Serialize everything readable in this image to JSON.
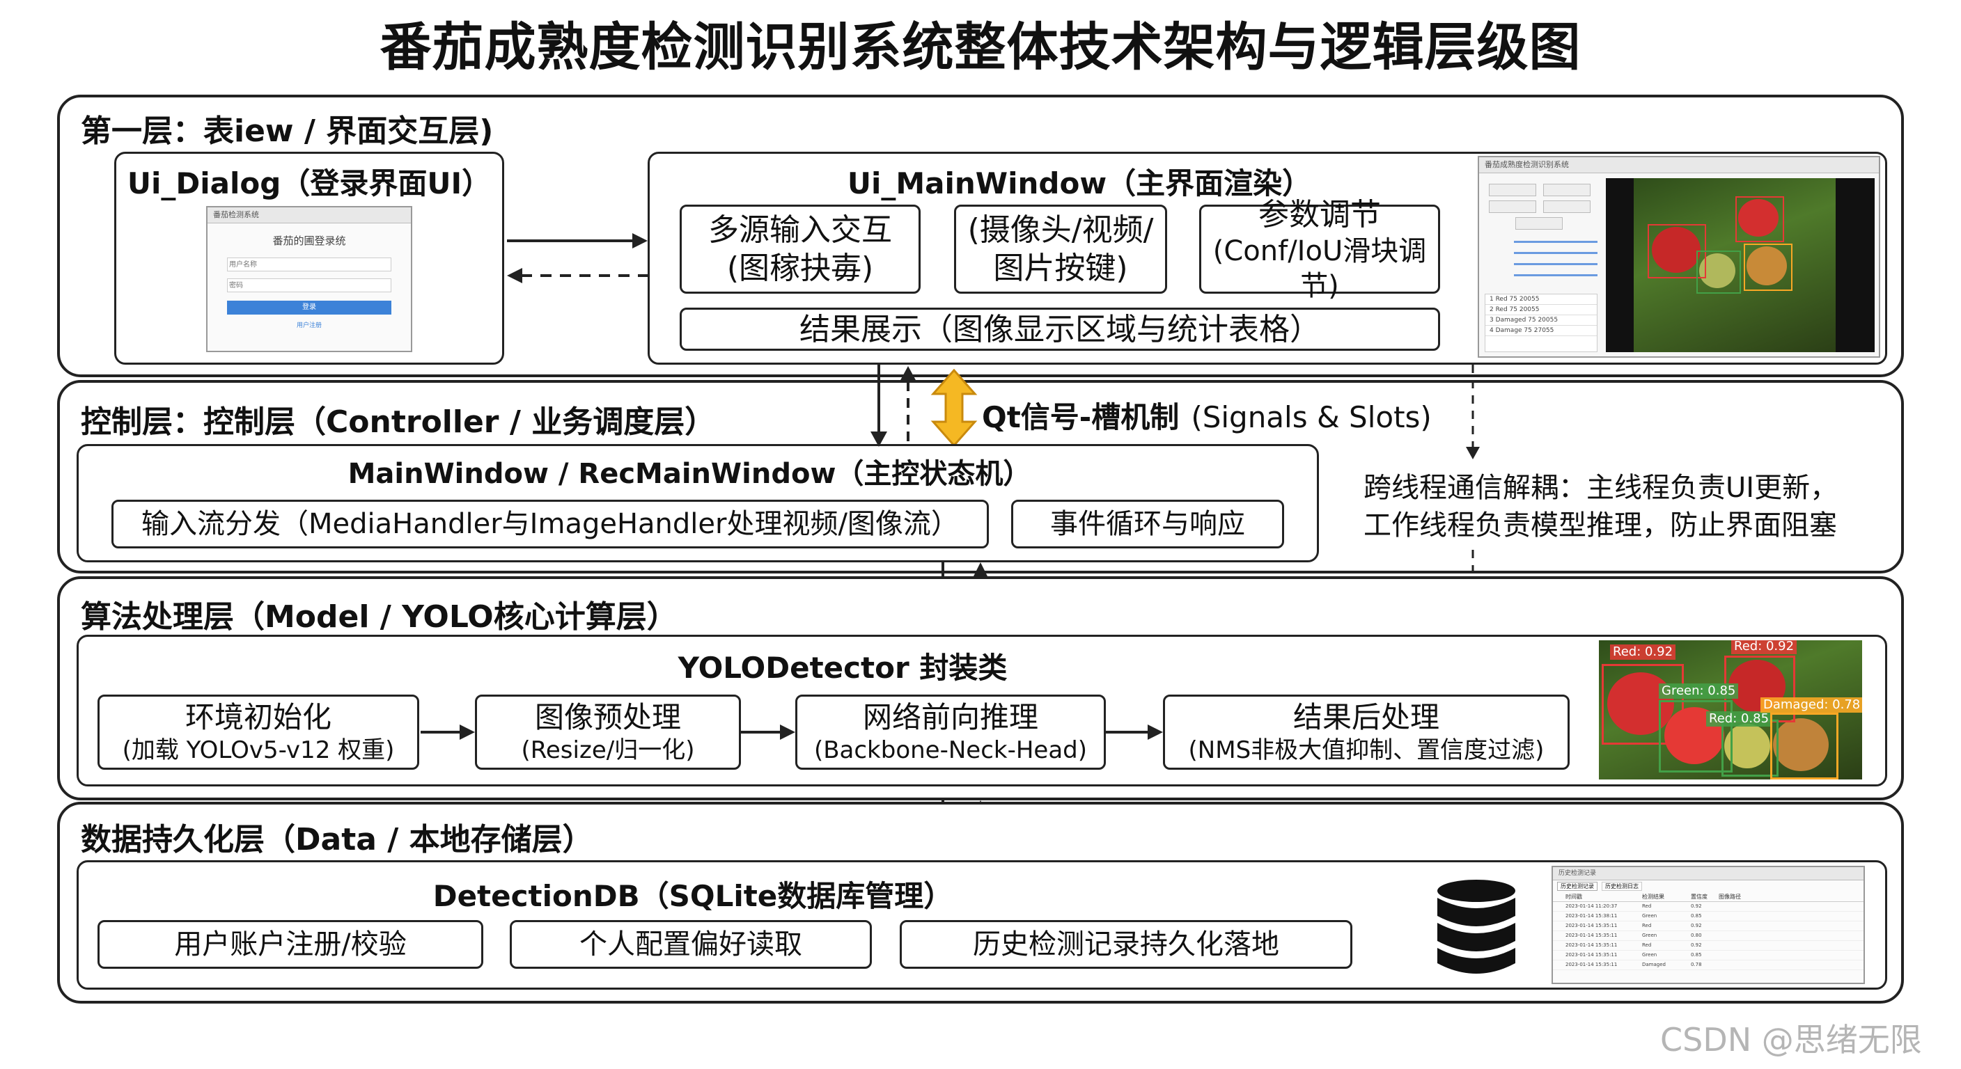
{
  "title": "番茄成熟度检测识别系统整体技术架构与逻辑层级图",
  "layers": {
    "view": {
      "heading": "第一层：表iew / 界面交互层)",
      "dialog_title": "Ui_Dialog（登录界面UI）",
      "dialog_mock": {
        "window_title": "番茄检测系统",
        "heading": "番茄的圃登录统",
        "username_placeholder": "用户名称",
        "password_placeholder": "密码",
        "login_button": "登录",
        "register_link": "用户注册"
      },
      "main_title": "Ui_MainWindow（主界面渲染）",
      "modules": [
        {
          "line1": "多源输入交互",
          "line2": "(图稼抉毐)"
        },
        {
          "line1": "(摄像头/视频/",
          "line2": "图片按键)"
        },
        {
          "line1": "参数调节",
          "line2": "(Conf/IoU滑块调节)"
        }
      ],
      "result_bar": "结果展示（图像显示区域与统计表格）",
      "main_mock": {
        "window_title": "番茄成熟度检测识别系统",
        "rows": [
          "1  Red  75  20055",
          "2  Red  75  20055",
          "3  Damaged  75  20055",
          "4  Damage  75  27055"
        ]
      }
    },
    "controller": {
      "heading": "控制层：控制层（Controller / 业务调度层）",
      "signal": "Qt信号-槽机制",
      "signal_en": "(Signals & Slots)",
      "main_title": "MainWindow / RecMainWindow（主控状态机）",
      "dispatch": "输入流分发（MediaHandler与ImageHandler处理视频/图像流）",
      "event_loop": "事件循环与响应",
      "thread_note_1": "跨线程通信解耦：主线程负责UI更新，",
      "thread_note_2": "工作线程负责模型推理，防止界面阻塞"
    },
    "model": {
      "heading": "算法处理层（Model / YOLO核心计算层）",
      "detector_title": "YOLODetector 封装类",
      "steps": [
        {
          "line1": "环境初始化",
          "line2": "(加载 YOLOv5-v12 权重)"
        },
        {
          "line1": "图像预处理",
          "line2": "(Resize/归一化)"
        },
        {
          "line1": "网络前向推理",
          "line2": "(Backbone-Neck-Head)"
        },
        {
          "line1": "结果后处理",
          "line2": "(NMS非极大值抑制、置信度过滤)"
        }
      ],
      "detections": [
        {
          "label": "Red: 0.92",
          "color": "#e53935"
        },
        {
          "label": "Red: 0.92",
          "color": "#e53935"
        },
        {
          "label": "Green: 0.85",
          "color": "#43a047"
        },
        {
          "label": "Red: 0.85",
          "color": "#43a047"
        },
        {
          "label": "Damaged: 0.78",
          "color": "#f9a825"
        }
      ]
    },
    "data": {
      "heading": "数据持久化层（Data / 本地存储层）",
      "db_title": "DetectionDB（SQLite数据库管理）",
      "items": [
        "用户账户注册/校验",
        "个人配置偏好读取",
        "历史检测记录持久化落地"
      ],
      "history_mock": {
        "window_title": "历史检测记录",
        "tabs": [
          "历史检测记录",
          "历史检测日志"
        ],
        "columns": [
          "时间戳",
          "检测结果",
          "置信度",
          "图像路径"
        ],
        "rows": [
          [
            "2023-01-14 11:20:37",
            "Red",
            "0.92"
          ],
          [
            "2023-01-14 15:38:11",
            "Green",
            "0.85"
          ],
          [
            "2023-01-14 15:35:11",
            "Red",
            "0.92"
          ],
          [
            "2023-01-14 15:35:11",
            "Green",
            "0.80"
          ],
          [
            "2023-01-14 15:35:11",
            "Red",
            "0.92"
          ],
          [
            "2023-01-14 15:35:11",
            "Green",
            "0.85"
          ],
          [
            "2023-01-14 15:35:11",
            "Damaged",
            "0.78"
          ]
        ]
      }
    }
  },
  "watermark": "CSDN @思绪无限",
  "colors": {
    "signal_arrow": "#f5b823",
    "stroke": "#222222"
  }
}
